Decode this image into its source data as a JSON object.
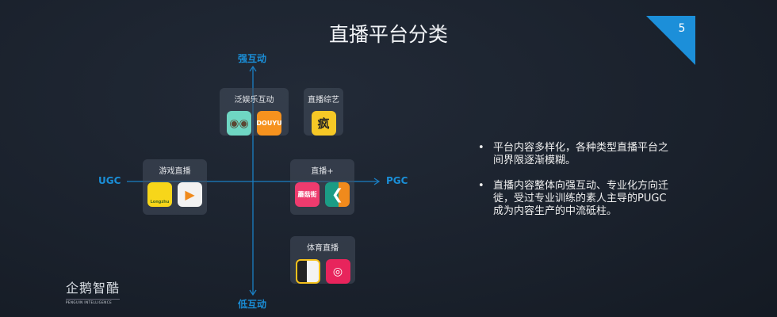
{
  "title": "直播平台分类",
  "page_number": "5",
  "axes": {
    "top": "强互动",
    "bottom": "低互动",
    "left": "UGC",
    "right": "PGC"
  },
  "categories": [
    {
      "label": "泛娱乐互动",
      "apps": [
        "owl-app",
        "DOUYU"
      ]
    },
    {
      "label": "直播综艺",
      "apps": [
        "疯"
      ]
    },
    {
      "label": "游戏直播",
      "apps": [
        "Longzhu",
        "huya-app"
      ]
    },
    {
      "label": "直播+",
      "apps": [
        "蘑菇街",
        "kaola-app"
      ]
    },
    {
      "label": "体育直播",
      "apps": [
        "penguin-app",
        "live-app"
      ]
    }
  ],
  "bullets": [
    "平台内容多样化，各种类型直播平台之间界限逐渐模糊。",
    "直播内容整体向强互动、专业化方向迁徙，受过专业训练的素人主导的PUGC成为内容生产的中流砥柱。"
  ],
  "logo": {
    "name": "企鹅智酷",
    "sub": "PENGUIN INTELLIGENCE"
  },
  "colors": {
    "accent": "#1a8fd8"
  }
}
